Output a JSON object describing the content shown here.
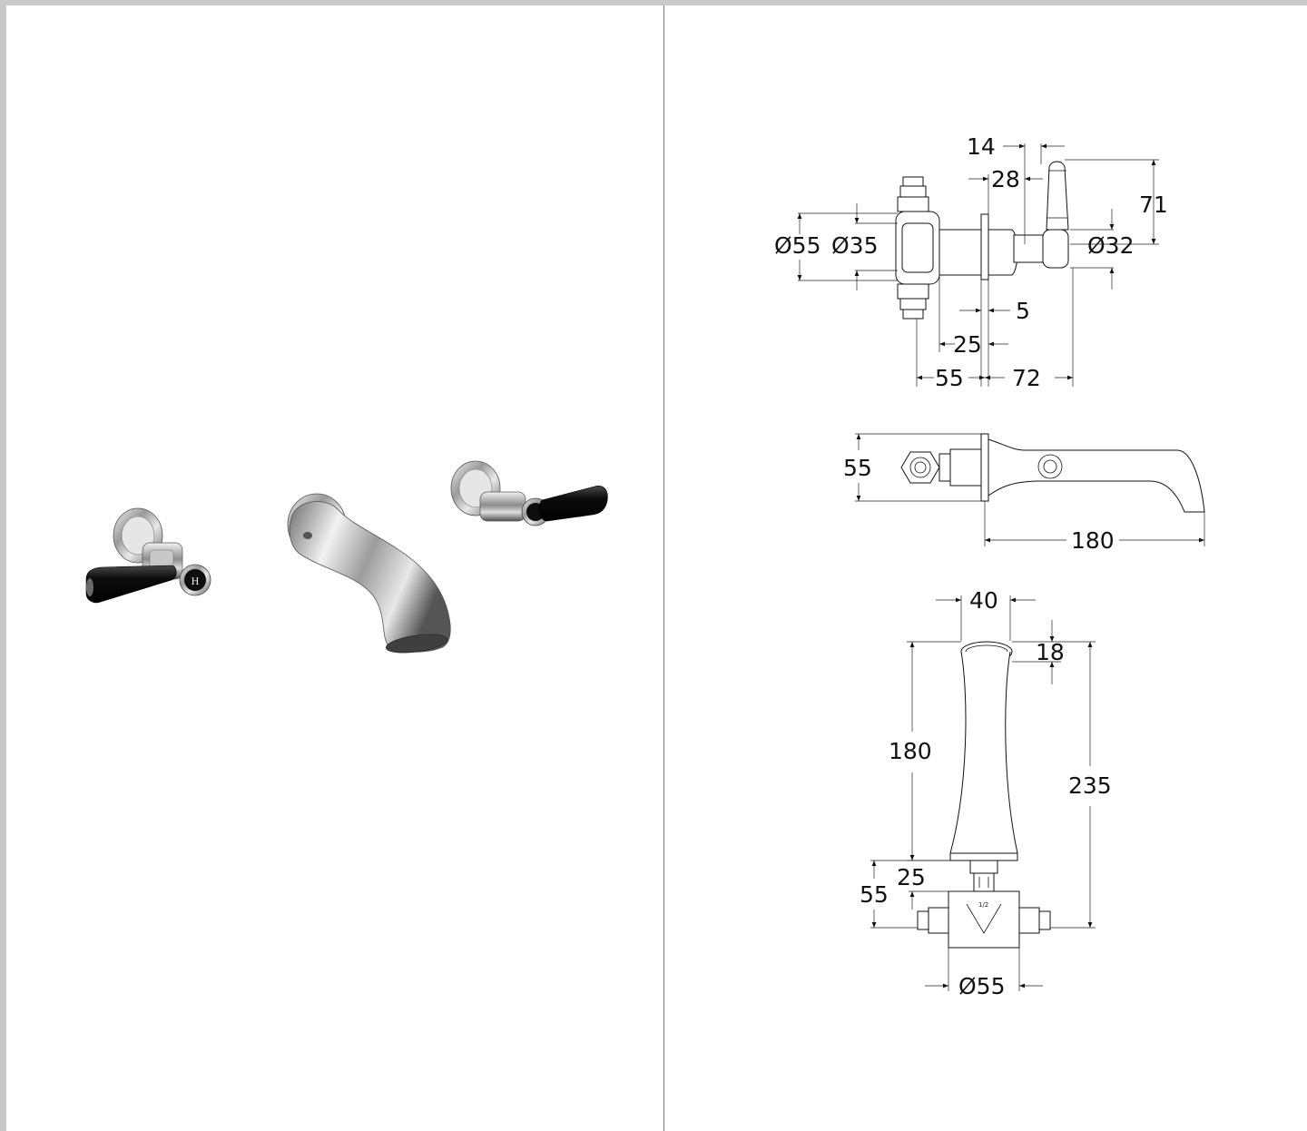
{
  "document": {
    "divider_color": "#d9582b",
    "background": "#ffffff"
  },
  "product_render": {
    "components": [
      "hot-lever-valve",
      "bath-spout",
      "cold-lever-valve"
    ],
    "handle_color": "#0c0c0c",
    "finish": "chrome",
    "hot_indicator_text": "H"
  },
  "views": {
    "front_view": {
      "dims": {
        "dia_55": "Ø55",
        "dia_35": "Ø35",
        "dia_32": "Ø32",
        "d14": "14",
        "d28": "28",
        "d71": "71",
        "d5": "5",
        "d25": "25",
        "d55": "55",
        "d72": "72"
      }
    },
    "side_view": {
      "dims": {
        "d55": "55",
        "d180": "180"
      }
    },
    "top_view": {
      "dims": {
        "d40": "40",
        "d18": "18",
        "d180": "180",
        "d235": "235",
        "d25": "25",
        "d55": "55",
        "dia_55": "Ø55"
      },
      "connector_marking": "1/2"
    }
  }
}
